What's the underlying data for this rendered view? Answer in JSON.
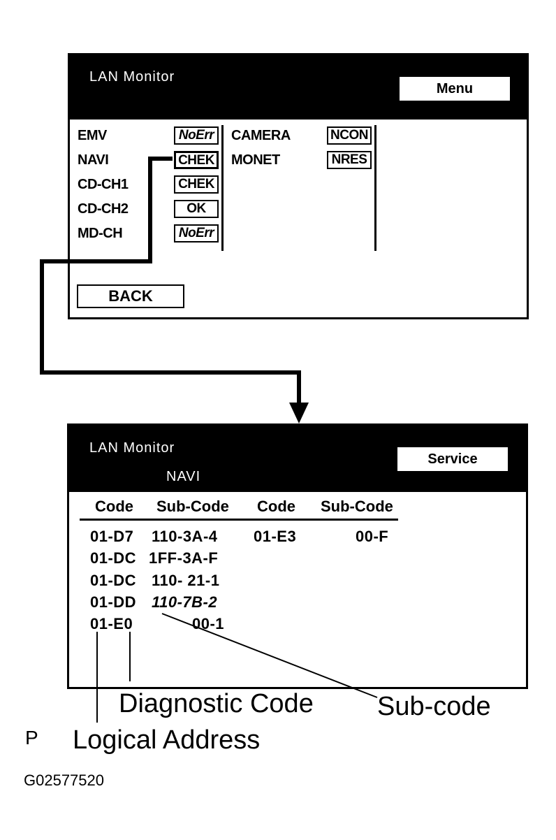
{
  "screen1": {
    "title": "LAN Monitor",
    "menu_label": "Menu",
    "left_items": [
      {
        "name": "EMV",
        "status": "NoErr"
      },
      {
        "name": "NAVI",
        "status": "CHEK"
      },
      {
        "name": "CD-CH1",
        "status": "CHEK"
      },
      {
        "name": "CD-CH2",
        "status": "OK"
      },
      {
        "name": "MD-CH",
        "status": "NoErr"
      }
    ],
    "right_items": [
      {
        "name": "CAMERA",
        "status": "NCON"
      },
      {
        "name": "MONET",
        "status": "NRES"
      }
    ],
    "back_label": "BACK"
  },
  "screen2": {
    "title": "LAN Monitor",
    "subtitle": "NAVI",
    "service_label": "Service",
    "headers": [
      "Code",
      "Sub-Code",
      "Code",
      "Sub-Code"
    ],
    "rows": [
      [
        "01-D7",
        "110-3A-4",
        "01-E3",
        "00-F"
      ],
      [
        "01-DC",
        "1FF-3A-F",
        "",
        ""
      ],
      [
        "01-DC",
        "110- 21-1",
        "",
        ""
      ],
      [
        "01-DD",
        "110-7B-2",
        "",
        ""
      ],
      [
        "01-E0",
        "00-1",
        "",
        ""
      ]
    ]
  },
  "callouts": {
    "diagnostic_code": "Diagnostic Code",
    "sub_code": "Sub-code",
    "logical_address": "Logical Address",
    "p_label": "P"
  },
  "figure_id": "G02577520"
}
